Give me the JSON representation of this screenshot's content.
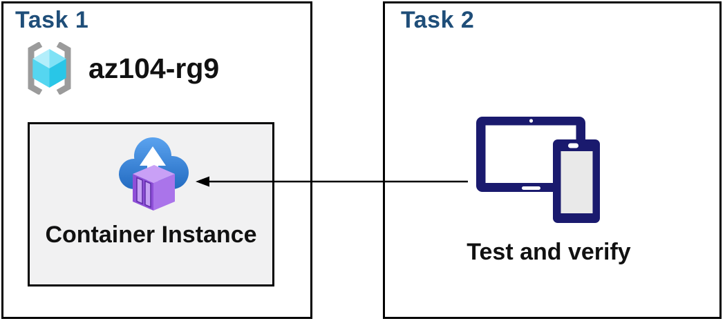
{
  "task1": {
    "title": "Task 1",
    "resource_group_name": "az104-rg9",
    "container_label": "Container Instance"
  },
  "task2": {
    "title": "Task 2",
    "devices_label": "Test and verify"
  },
  "arrow": {
    "from": "task2-devices",
    "to": "task1-container-instance",
    "direction": "left"
  },
  "icons": {
    "resource_group": "resource-group-icon",
    "container_instance": "container-instance-icon",
    "devices": "tablet-phone-icon"
  },
  "colors": {
    "task_title_blue": "#1f4e79",
    "panel_border": "#000000",
    "inner_box_bg": "#f1f1f2",
    "device_navy": "#1a1a6e",
    "device_screen_gray": "#e9e9e9",
    "cloud_blue_top": "#5aa2ee",
    "cloud_blue_bottom": "#2068bf",
    "container_purple_left": "#8f50d8",
    "container_purple_right": "#aa74ea",
    "container_purple_top": "#c9a0f6",
    "cube_cyan_light": "#b3eefb",
    "cube_cyan_dark": "#29c6e7",
    "bracket_gray": "#9b9b9b"
  }
}
